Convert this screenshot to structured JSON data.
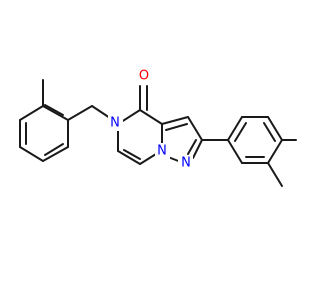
{
  "molecule": {
    "atoms": {
      "oxygen": {
        "label": "O",
        "color": "#ff0000"
      },
      "n_ring_left": {
        "label": "N",
        "color": "#0000ff"
      },
      "n_bridge": {
        "label": "N",
        "color": "#0000ff"
      },
      "n_pyrazole": {
        "label": "N",
        "color": "#0000ff"
      }
    },
    "bond_color": "#1a1a1a"
  }
}
